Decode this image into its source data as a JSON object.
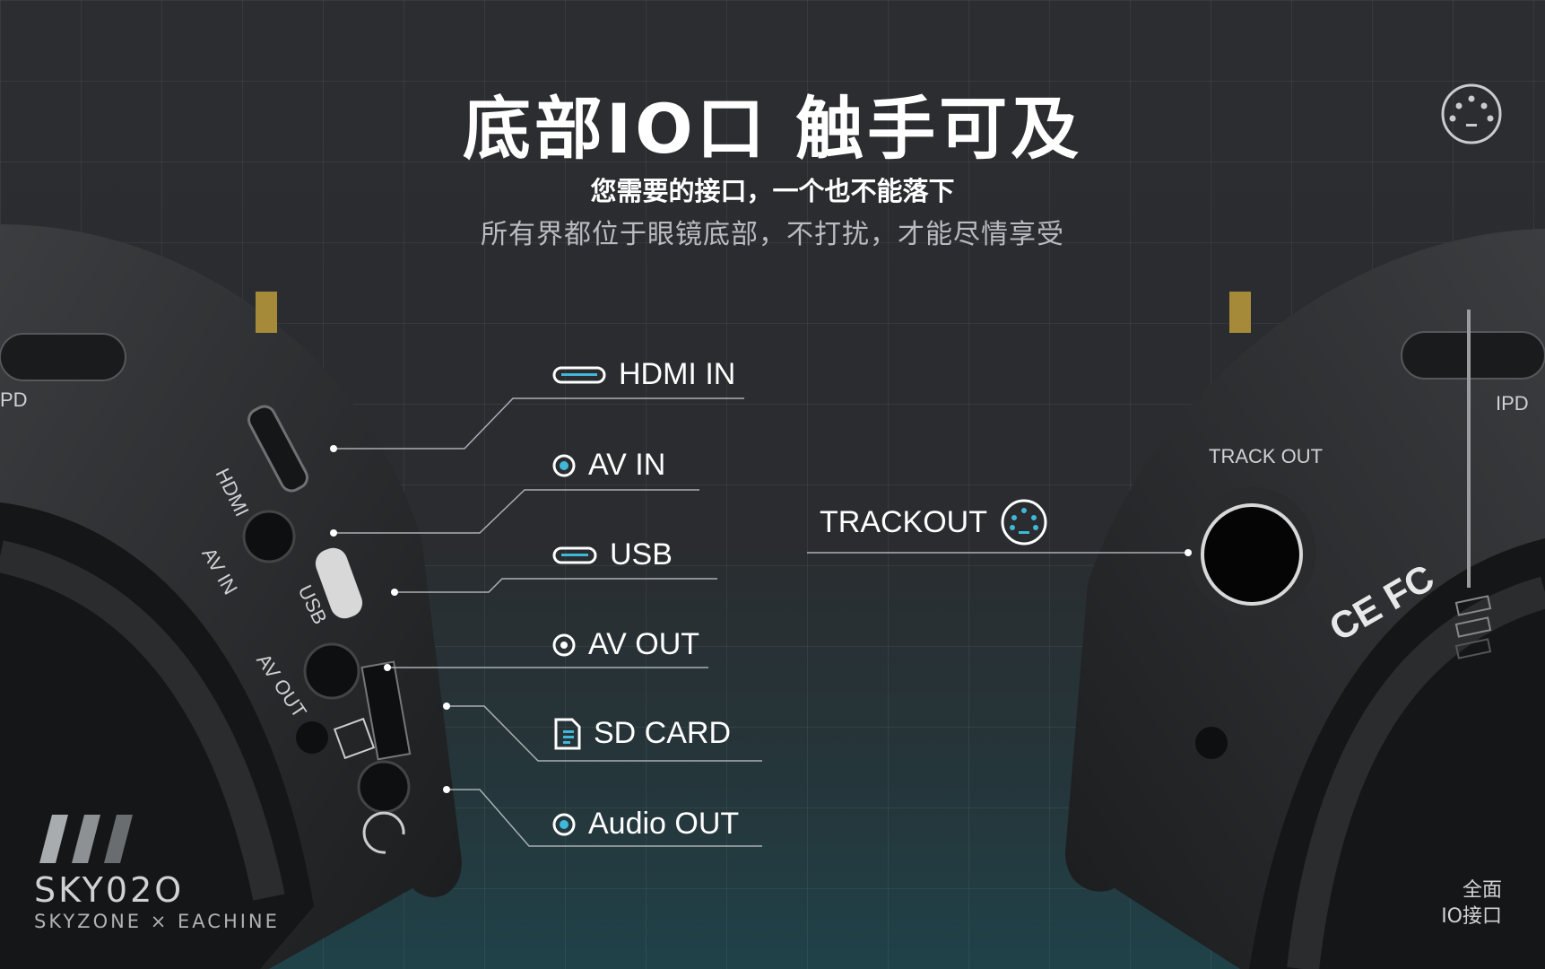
{
  "title": "底部IO口  触手可及",
  "subtitle": "您需要的接口，一个也不能落下",
  "description": "所有界都位于眼镜底部，不打扰，才能尽情享受",
  "ports": [
    {
      "label": "HDMI IN",
      "icon": "hdmi-port-icon"
    },
    {
      "label": "AV IN",
      "icon": "circle-port-icon"
    },
    {
      "label": "USB",
      "icon": "usb-port-icon"
    },
    {
      "label": "AV OUT",
      "icon": "circle-port-icon"
    },
    {
      "label": "SD CARD",
      "icon": "sd-card-icon"
    },
    {
      "label": "Audio OUT",
      "icon": "circle-port-icon"
    }
  ],
  "trackout": {
    "label": "TRACKOUT",
    "icon": "trackout-port-icon"
  },
  "device_labels": {
    "left_ipd": "PD",
    "right_ipd": "IPD",
    "track_out": "TRACK OUT",
    "hdmi": "HDMI",
    "av_in": "AV IN",
    "usb": "USB",
    "av_out": "AV OUT",
    "cert": "CE FC"
  },
  "brand": {
    "model": "SKY02O",
    "partners": "SKYZONE × EACHINE"
  },
  "corner": {
    "line1": "全面",
    "line2": "IO接口"
  },
  "colors": {
    "accent": "#3fb8d9",
    "text": "#ffffff",
    "muted": "#b8bbbf"
  }
}
